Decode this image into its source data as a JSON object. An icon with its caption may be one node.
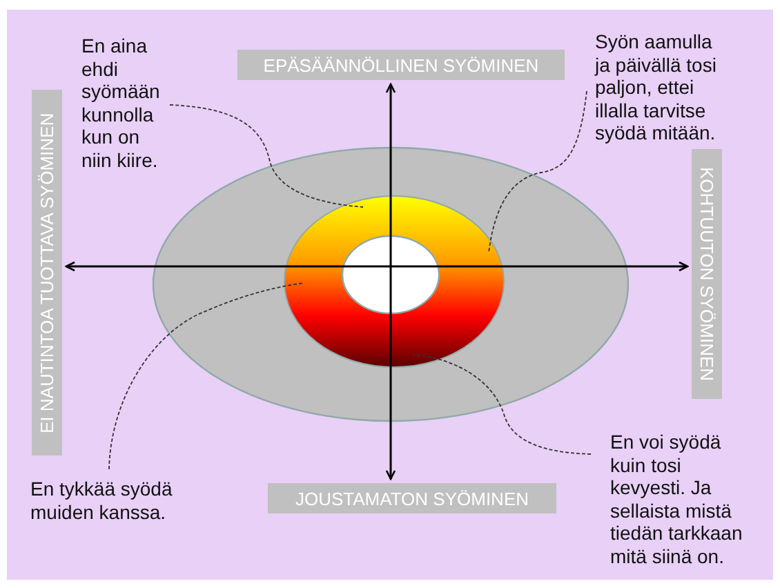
{
  "diagram": {
    "nodes": [
      {
        "text": [
          "EPÄSÄÄNNÖLLINEN SYÖMINEN"
        ]
      },
      {
        "text": [
          "KOHTUUTON SYÖMINEN"
        ]
      },
      {
        "text": [
          "JOUSTAMATON SYÖMINEN"
        ]
      },
      {
        "text": [
          "EI NAUTINTOA TUOTTAVA SYÖMINEN"
        ]
      },
      {
        "text": [
          "En aina ehdi syömään kunnolla kun on niin kiire."
        ]
      },
      {
        "text": [
          "Syön aamulla ja päivällä tosi paljon, ettei illalla tarvitse syödä mitään."
        ]
      },
      {
        "text": [
          "En tykkää syödä muiden kanssa."
        ]
      },
      {
        "text": [
          "En voi syödä kuin tosi kevyesti. Ja sellaista mistä tiedän tarkkaan mitä siinä on."
        ]
      },
      {
        "text": [],
        "shape": "ring"
      }
    ],
    "edges": [
      {
        "from": 8,
        "to": 0,
        "arrow": "to"
      },
      {
        "from": 8,
        "to": 1,
        "arrow": "to"
      },
      {
        "from": 8,
        "to": 2,
        "arrow": "to"
      },
      {
        "from": 8,
        "to": 3,
        "arrow": "to"
      },
      {
        "from": 4,
        "to": 8,
        "arrow": "none",
        "style": "dashed"
      },
      {
        "from": 5,
        "to": 8,
        "arrow": "none",
        "style": "dashed"
      },
      {
        "from": 6,
        "to": 8,
        "arrow": "none",
        "style": "dashed"
      },
      {
        "from": 7,
        "to": 8,
        "arrow": "none",
        "style": "dashed"
      }
    ]
  }
}
